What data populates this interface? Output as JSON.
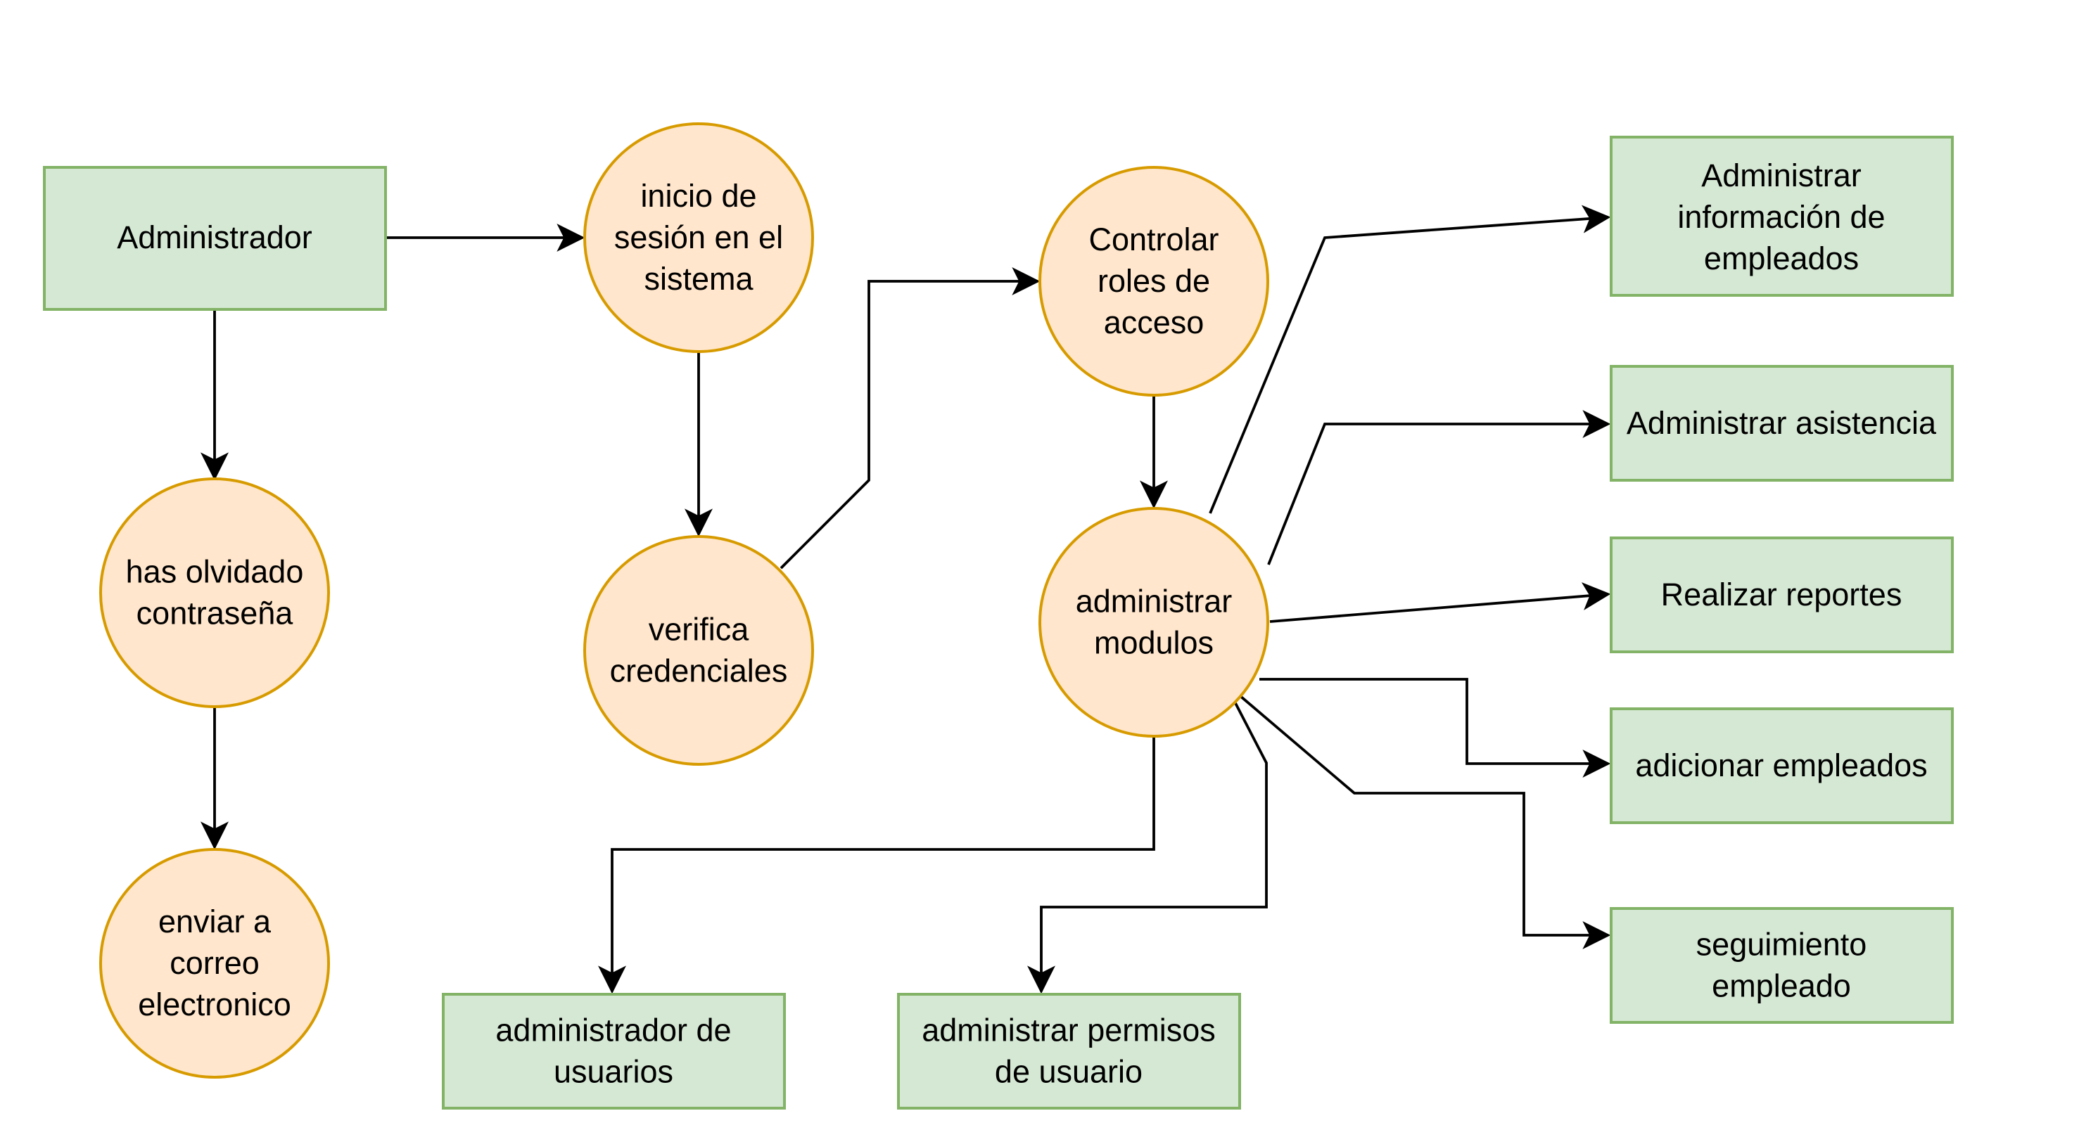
{
  "colors": {
    "rect_fill": "#d5e8d4",
    "rect_stroke": "#82b366",
    "circle_fill": "#ffe6cc",
    "circle_stroke": "#d79b00",
    "edge": "#000000"
  },
  "nodes": {
    "administrador": {
      "shape": "rectangle",
      "lines": [
        "Administrador"
      ]
    },
    "inicio_sesion": {
      "shape": "circle",
      "lines": [
        "inicio de",
        "sesión en el",
        "sistema"
      ]
    },
    "controlar_roles": {
      "shape": "circle",
      "lines": [
        "Controlar",
        "roles de",
        "acceso"
      ]
    },
    "has_olvidado": {
      "shape": "circle",
      "lines": [
        "has olvidado",
        "contraseña"
      ]
    },
    "enviar_correo": {
      "shape": "circle",
      "lines": [
        "enviar a",
        "correo",
        "electronico"
      ]
    },
    "verifica_credenciales": {
      "shape": "circle",
      "lines": [
        "verifica",
        "credenciales"
      ]
    },
    "administrar_modulos": {
      "shape": "circle",
      "lines": [
        "administrar",
        "modulos"
      ]
    },
    "admin_info_empleados": {
      "shape": "rectangle",
      "lines": [
        "Administrar",
        "información de",
        "empleados"
      ]
    },
    "admin_asistencia": {
      "shape": "rectangle",
      "lines": [
        "Administrar asistencia"
      ]
    },
    "realizar_reportes": {
      "shape": "rectangle",
      "lines": [
        "Realizar reportes"
      ]
    },
    "adicionar_empleados": {
      "shape": "rectangle",
      "lines": [
        "adicionar empleados"
      ]
    },
    "seguimiento_empleado": {
      "shape": "rectangle",
      "lines": [
        "seguimiento",
        "empleado"
      ]
    },
    "administrador_usuarios": {
      "shape": "rectangle",
      "lines": [
        "administrador de",
        "usuarios"
      ]
    },
    "admin_permisos": {
      "shape": "rectangle",
      "lines": [
        "administrar permisos",
        "de usuario"
      ]
    }
  },
  "edges": [
    {
      "from": "administrador",
      "to": "inicio_sesion"
    },
    {
      "from": "administrador",
      "to": "has_olvidado"
    },
    {
      "from": "has_olvidado",
      "to": "enviar_correo"
    },
    {
      "from": "inicio_sesion",
      "to": "verifica_credenciales"
    },
    {
      "from": "verifica_credenciales",
      "to": "controlar_roles"
    },
    {
      "from": "controlar_roles",
      "to": "administrar_modulos"
    },
    {
      "from": "administrar_modulos",
      "to": "admin_info_empleados"
    },
    {
      "from": "administrar_modulos",
      "to": "admin_asistencia"
    },
    {
      "from": "administrar_modulos",
      "to": "realizar_reportes"
    },
    {
      "from": "administrar_modulos",
      "to": "adicionar_empleados"
    },
    {
      "from": "administrar_modulos",
      "to": "seguimiento_empleado"
    },
    {
      "from": "administrar_modulos",
      "to": "administrador_usuarios"
    },
    {
      "from": "administrar_modulos",
      "to": "admin_permisos"
    }
  ]
}
